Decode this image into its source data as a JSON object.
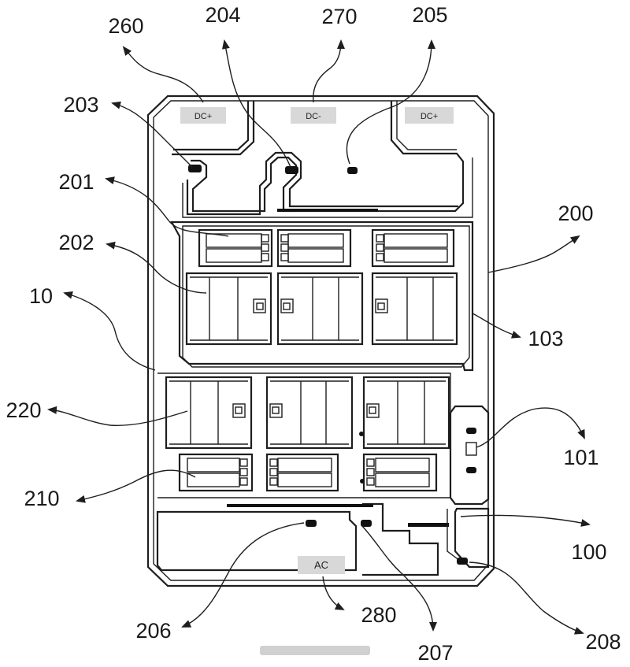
{
  "terminals": {
    "dc_plus_left": "DC+",
    "dc_minus": "DC-",
    "dc_plus_right": "DC+",
    "ac": "AC"
  },
  "labels": {
    "l260": "260",
    "l204": "204",
    "l270": "270",
    "l205": "205",
    "l203": "203",
    "l201": "201",
    "l200": "200",
    "l202": "202",
    "l10": "10",
    "l103": "103",
    "l220": "220",
    "l101": "101",
    "l210": "210",
    "l100": "100",
    "l206": "206",
    "l280": "280",
    "l207": "207",
    "l208": "208"
  }
}
